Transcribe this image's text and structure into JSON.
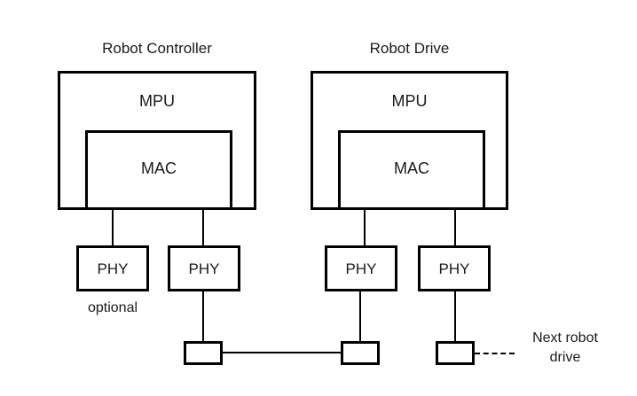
{
  "diagram": {
    "title_left": "Robot Controller",
    "title_right": "Robot Drive",
    "groups": [
      {
        "name": "robot-controller",
        "title": "Robot Controller",
        "mpu_label": "MPU",
        "mac_label": "MAC",
        "phys": [
          {
            "label": "PHY",
            "caption": "optional"
          },
          {
            "label": "PHY",
            "caption": ""
          }
        ]
      },
      {
        "name": "robot-drive",
        "title": "Robot Drive",
        "mpu_label": "MPU",
        "mac_label": "MAC",
        "phys": [
          {
            "label": "PHY",
            "caption": ""
          },
          {
            "label": "PHY",
            "caption": ""
          }
        ]
      }
    ],
    "connectors": [
      {
        "name": "connector-left",
        "label": ""
      },
      {
        "name": "connector-middle",
        "label": ""
      },
      {
        "name": "connector-right",
        "label": ""
      }
    ],
    "annotations": {
      "optional_label": "optional",
      "next_line1": "Next robot",
      "next_line2": "drive"
    },
    "colors": {
      "stroke": "#000000",
      "background": "#ffffff",
      "text": "#1a1a1a"
    }
  }
}
